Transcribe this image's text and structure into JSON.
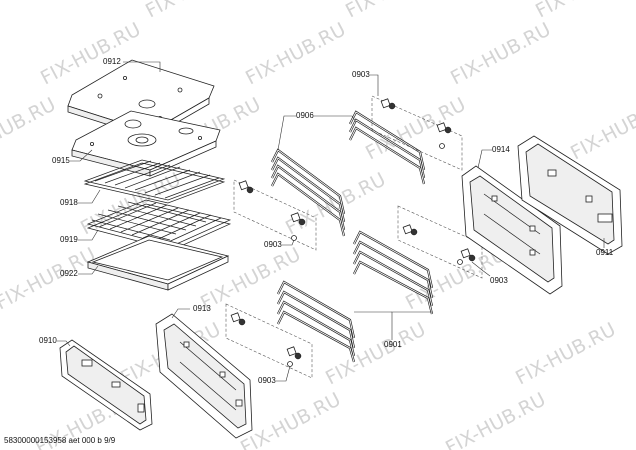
{
  "watermark": {
    "text": "FIX-HUB.RU",
    "color": "#d4d4d4"
  },
  "callouts": [
    {
      "id": "0912",
      "label": "0912"
    },
    {
      "id": "0915",
      "label": "0915"
    },
    {
      "id": "0918",
      "label": "0918"
    },
    {
      "id": "0919",
      "label": "0919"
    },
    {
      "id": "0922",
      "label": "0922"
    },
    {
      "id": "0903a",
      "label": "0903"
    },
    {
      "id": "0906",
      "label": "0906"
    },
    {
      "id": "0903b",
      "label": "0903"
    },
    {
      "id": "0914",
      "label": "0914"
    },
    {
      "id": "0911",
      "label": "0911"
    },
    {
      "id": "0903c",
      "label": "0903"
    },
    {
      "id": "0901",
      "label": "0901"
    },
    {
      "id": "0913",
      "label": "0913"
    },
    {
      "id": "0910",
      "label": "0910"
    },
    {
      "id": "0903d",
      "label": "0903"
    }
  ],
  "footer": {
    "text": "58300000153958 aet 000 b 9/9"
  }
}
